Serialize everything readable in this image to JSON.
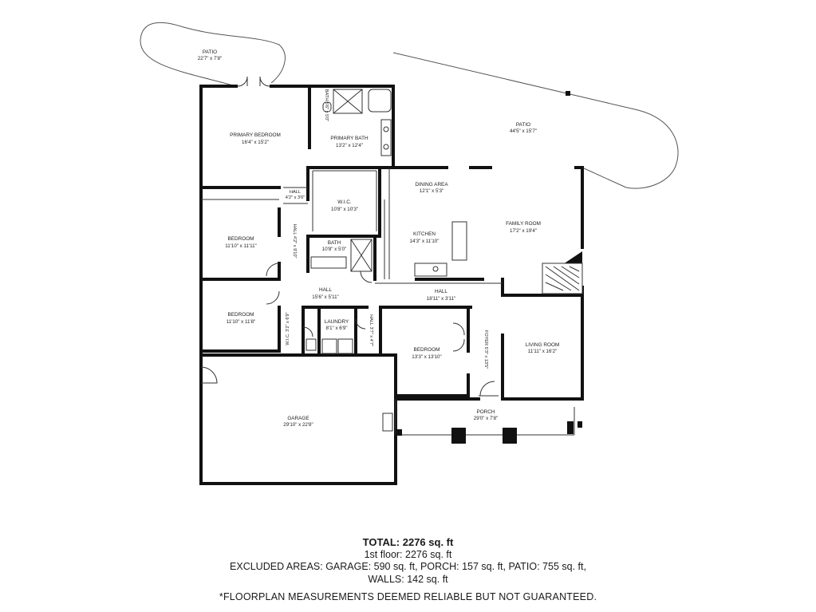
{
  "rooms": {
    "patio_nw": {
      "name": "PATIO",
      "dims": "22'7\" x 7'8\""
    },
    "patio_ne": {
      "name": "PATIO",
      "dims": "44'5\" x 15'7\""
    },
    "primary_bed": {
      "name": "PRIMARY BEDROOM",
      "dims": "16'4\" x 15'2\""
    },
    "primary_bath": {
      "name": "PRIMARY BATH",
      "dims": "13'2\" x 12'4\""
    },
    "bath_small": {
      "name": "BATH",
      "dims": "5'6\" x 5'0\""
    },
    "hall_small": {
      "name": "HALL",
      "dims": "4'2\" x 3'6\""
    },
    "wic": {
      "name": "W.I.C.",
      "dims": "10'8\" x 10'3\""
    },
    "dining": {
      "name": "DINING AREA",
      "dims": "12'1\" x 5'3\""
    },
    "kitchen": {
      "name": "KITCHEN",
      "dims": "14'3\" x 11'10\""
    },
    "family": {
      "name": "FAMILY ROOM",
      "dims": "17'2\" x 19'4\""
    },
    "bedroom_2": {
      "name": "BEDROOM",
      "dims": "11'10\" x 11'11\""
    },
    "hall_vert": {
      "name": "HALL",
      "dims": "4'2\" x 9'10\""
    },
    "bath": {
      "name": "BATH",
      "dims": "10'8\" x 5'0\""
    },
    "hall_main": {
      "name": "HALL",
      "dims": "15'6\" x 5'11\""
    },
    "hall_east": {
      "name": "HALL",
      "dims": "18'11\" x 3'11\""
    },
    "bedroom_3": {
      "name": "BEDROOM",
      "dims": "11'10\" x 11'8\""
    },
    "wic_small": {
      "name": "W.I.C.",
      "dims": "3'2\" x 6'9\""
    },
    "laundry": {
      "name": "LAUNDRY",
      "dims": "8'1\" x 6'9\""
    },
    "hall_short": {
      "name": "HALL",
      "dims": "3'7\" x 4'7\""
    },
    "bedroom_4": {
      "name": "BEDROOM",
      "dims": "13'3\" x 13'10\""
    },
    "foyer": {
      "name": "FOYER",
      "dims": "5'3\" x 13'5\""
    },
    "living": {
      "name": "LIVING ROOM",
      "dims": "11'11\" x 16'2\""
    },
    "porch": {
      "name": "PORCH",
      "dims": "29'0\" x 7'8\""
    },
    "garage": {
      "name": "GARAGE",
      "dims": "29'10\" x 22'8\""
    }
  },
  "summary": {
    "total": "TOTAL: 2276 sq. ft",
    "floor": "1st floor: 2276 sq. ft",
    "excluded": "EXCLUDED AREAS: GARAGE: 590 sq. ft, PORCH: 157 sq. ft, PATIO: 755 sq. ft,",
    "walls": "WALLS: 142 sq. ft"
  },
  "disclaimer": "*FLOORPLAN MEASUREMENTS DEEMED RELIABLE BUT NOT GUARANTEED."
}
